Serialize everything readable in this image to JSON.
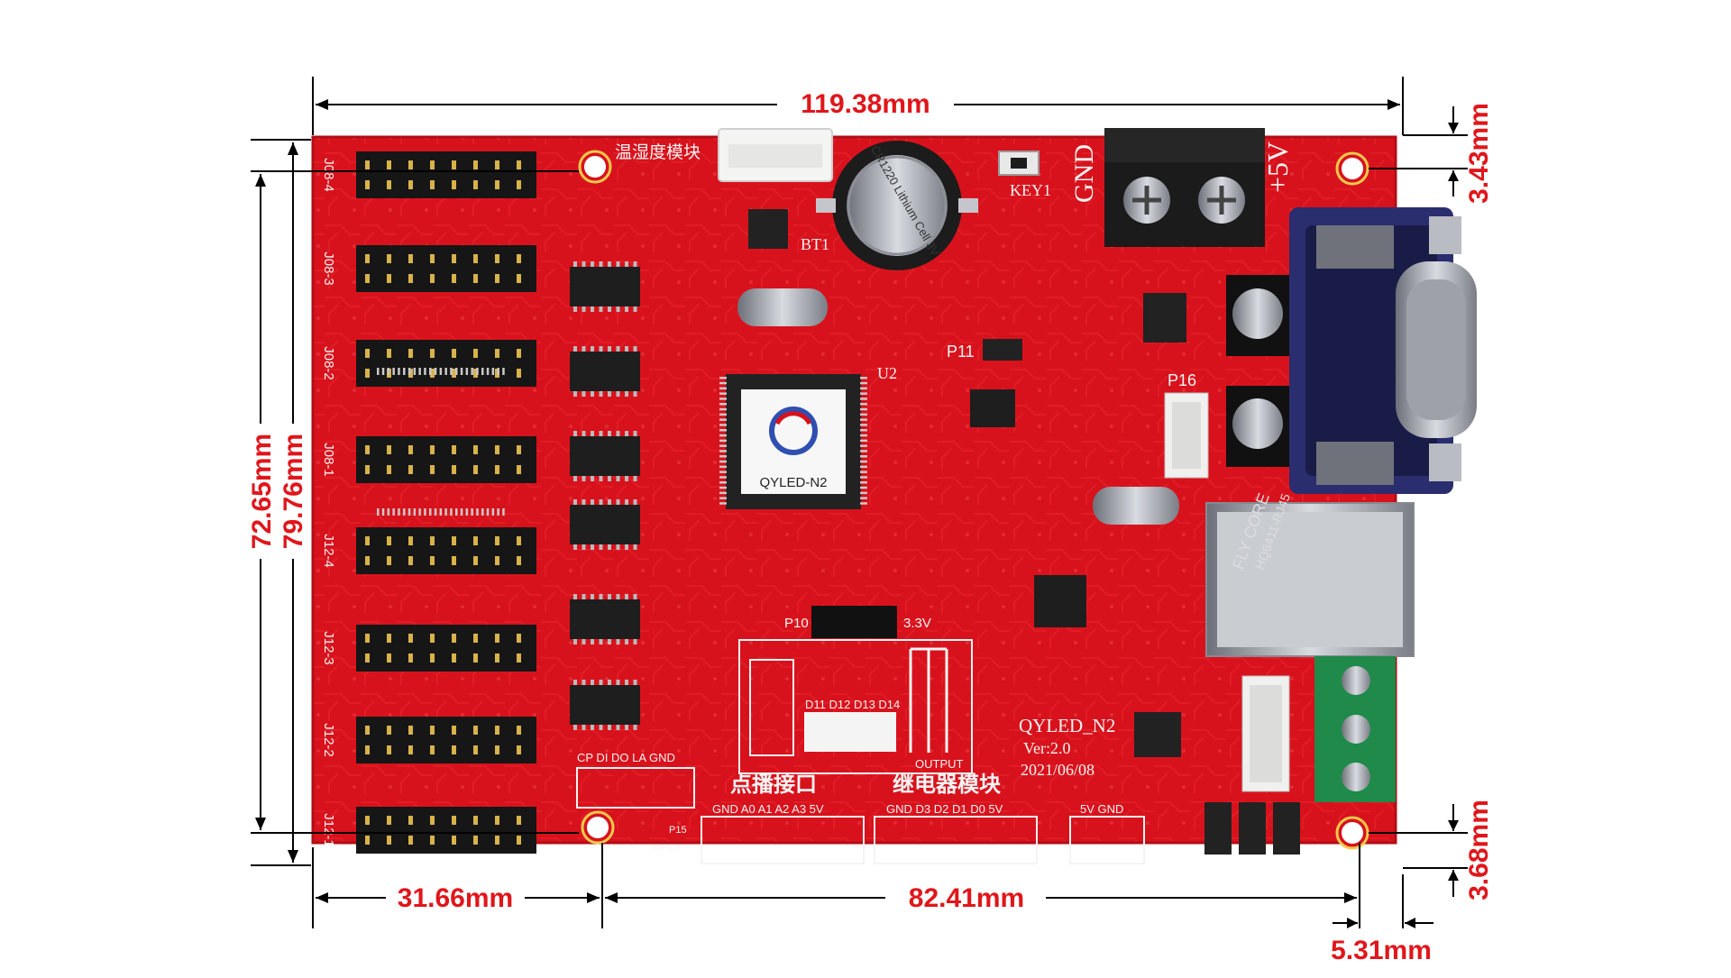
{
  "dimensions": {
    "top_width": "119.38mm",
    "right_top_offset": "3.43mm",
    "right_bottom_offset": "3.68mm",
    "left_inner_height": "72.65mm",
    "left_outer_height": "79.76mm",
    "bottom_left": "31.66mm",
    "bottom_middle": "82.41mm",
    "bottom_right": "5.31mm"
  },
  "board": {
    "color": "#d8121c",
    "logo_text": "QYLED-N2",
    "silk_model": "QYLED_N2",
    "silk_version": "Ver:2.0",
    "silk_date": "2021/06/08",
    "temp_module": "温湿度模块",
    "broadcast_port": "点播接口",
    "relay_module": "继电器模块",
    "battery_label": "BT1",
    "key_label": "KEY1",
    "gnd_label": "GND",
    "v5_label": "+5V",
    "v33_label": "3.3V",
    "output_label": "OUTPUT",
    "input_label": "INPUT",
    "p10_label": "P10",
    "p11_label": "P11",
    "p15_label": "P15",
    "p16_label": "P16",
    "u2_label": "U2",
    "battery_text": "CR1220 Lithium Cell 3V",
    "rj45_brand": "FLY CORE",
    "rj45_part": "HQ6411-RJ45",
    "connectors": [
      "J08-4",
      "J08-3",
      "J08-2",
      "J08-1",
      "J12-4",
      "J12-3",
      "J12-2",
      "J12-1"
    ],
    "relay_pins": "GND D3 D2 D1 D0 5V",
    "point_pins": "GND A0 A1 A2 A3 5V",
    "power_pins": "5V GND",
    "diode_labels": [
      "D11",
      "D12",
      "D13",
      "D14"
    ],
    "hub_top_row": "CP DI DO LA GND"
  }
}
